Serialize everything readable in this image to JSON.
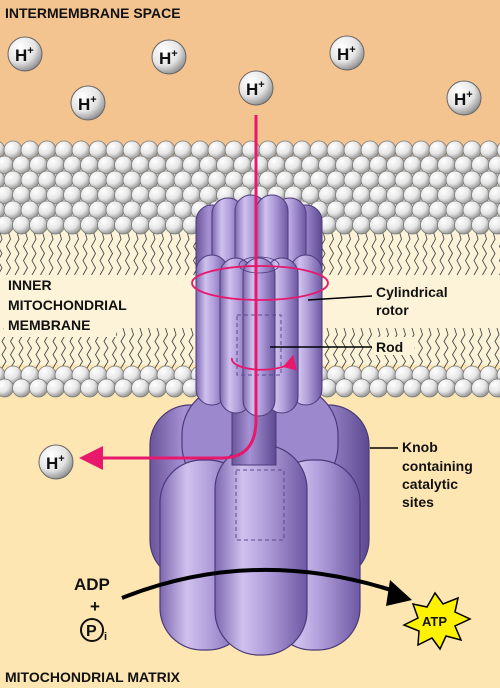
{
  "regions": {
    "top": "INTERMEMBRANE SPACE",
    "membrane_line1": "INNER",
    "membrane_line2": "MITOCHONDRIAL",
    "membrane_line3": "MEMBRANE",
    "bottom": "MITOCHONDRIAL MATRIX"
  },
  "ion": {
    "symbol": "H",
    "charge": "+"
  },
  "labels": {
    "rotor_line1": "Cylindrical",
    "rotor_line2": "rotor",
    "rod": "Rod",
    "knob_line1": "Knob",
    "knob_line2": "containing",
    "knob_line3": "catalytic",
    "knob_line4": "sites"
  },
  "reaction": {
    "adp": "ADP",
    "plus": "+",
    "pi_symbol": "P",
    "pi_subscript": "i",
    "atp": "ATP"
  },
  "colors": {
    "intermembrane_space": "#f4c490",
    "matrix": "#fde6b2",
    "protein": "#b3a1d6",
    "proton_path": "#e8186c"
  }
}
